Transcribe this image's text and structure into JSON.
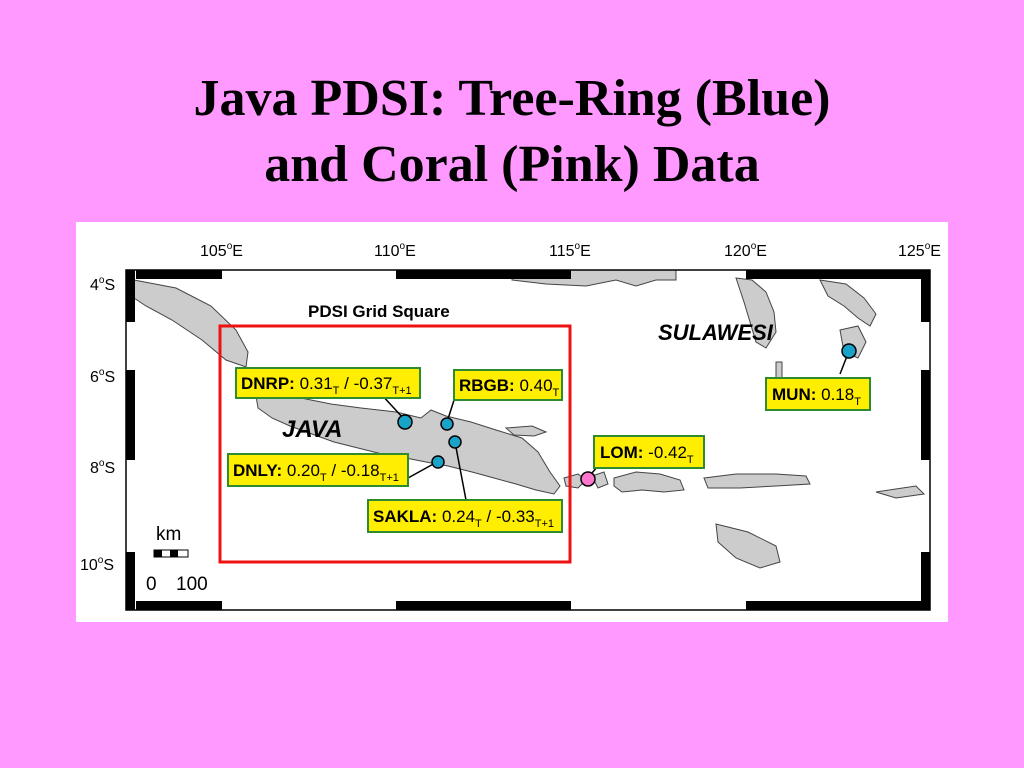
{
  "title": {
    "line1": "Java PDSI: Tree-Ring (Blue)",
    "line2": "and Coral (Pink) Data"
  },
  "colors": {
    "background": "#ff99ff",
    "land": "#cccccc",
    "tree_ring_site": "#1aa3c9",
    "coral_site": "#ff77cc",
    "label_fill": "#ffee00",
    "label_border": "#2e8b2e",
    "grid_square": "#ee1111"
  },
  "map": {
    "lon_ticks": [
      "105",
      "110",
      "115",
      "120",
      "125"
    ],
    "lat_ticks": [
      "4",
      "6",
      "8",
      "10"
    ],
    "lon_suffix": "E",
    "lat_suffix": "S",
    "degree_symbol": "o",
    "grid_square_label": "PDSI Grid Square",
    "region_labels": {
      "java": "JAVA",
      "sulawesi": "SULAWESI"
    },
    "scale": {
      "unit": "km",
      "min": "0",
      "max": "100"
    }
  },
  "sites": {
    "dnrp": {
      "name": "DNRP:",
      "v1": "0.31",
      "s1": "T",
      "sep": "/",
      "v2": "-0.37",
      "s2": "T+1",
      "type": "tree-ring"
    },
    "rbgb": {
      "name": "RBGB:",
      "v1": "0.40",
      "s1": "T",
      "type": "tree-ring"
    },
    "dnly": {
      "name": "DNLY:",
      "v1": "0.20",
      "s1": "T",
      "sep": "/",
      "v2": "-0.18",
      "s2": "T+1",
      "type": "tree-ring"
    },
    "sakla": {
      "name": "SAKLA:",
      "v1": "0.24",
      "s1": "T",
      "sep": "/",
      "v2": "-0.33",
      "s2": "T+1",
      "type": "tree-ring"
    },
    "lom": {
      "name": "LOM:",
      "v1": "-0.42",
      "s1": "T",
      "type": "coral"
    },
    "mun": {
      "name": "MUN:",
      "v1": "0.18",
      "s1": "T",
      "type": "tree-ring"
    }
  }
}
